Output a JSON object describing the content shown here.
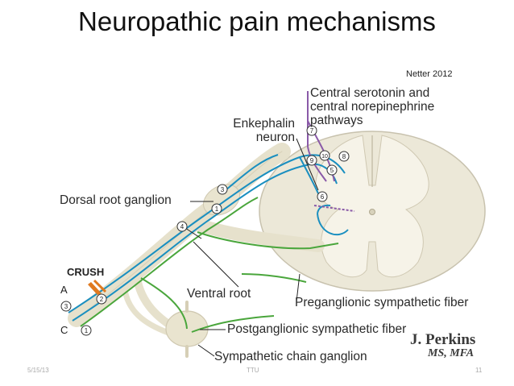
{
  "title": "Neuropathic pain mechanisms",
  "citation": "Netter 2012",
  "labels": {
    "central": [
      "Central serotonin and",
      "central norepinephrine",
      "pathways"
    ],
    "enkephalin": [
      "Enkephalin",
      "neuron"
    ],
    "drg": "Dorsal root ganglion",
    "crush": "CRUSH",
    "fiber_a": "A",
    "fiber_c": "C",
    "ventral_root": "Ventral root",
    "preganglionic": "Preganglionic sympathetic fiber",
    "postganglionic": "Postganglionic sympathetic fiber",
    "chain_ganglion": "Sympathetic chain ganglion"
  },
  "markers": [
    "1",
    "2",
    "3",
    "4",
    "5",
    "6",
    "7",
    "8",
    "9",
    "10"
  ],
  "signature": {
    "name": "J. Perkins",
    "degree": "MS, MFA"
  },
  "footer": {
    "date": "5/15/13",
    "center": "TTU",
    "page": "11"
  },
  "colors": {
    "sensory_a": "#1a8fc0",
    "sensory_c": "#4aa63c",
    "descending": "#8a5aa8",
    "crush": "#e07a20",
    "tissue": "#ece8d8"
  }
}
